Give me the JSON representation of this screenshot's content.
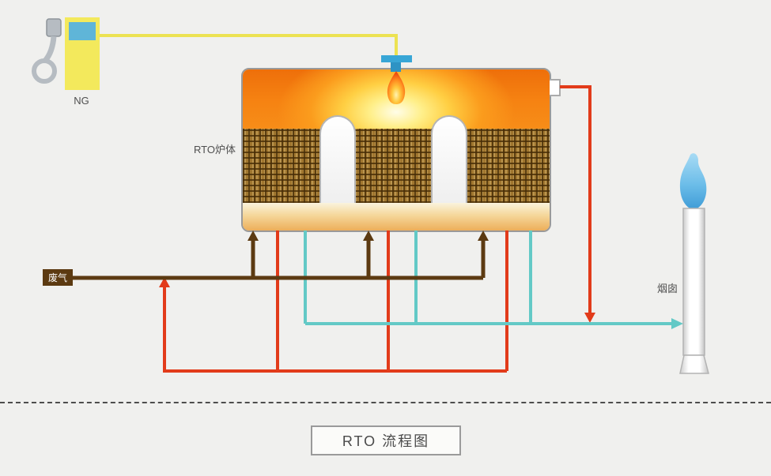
{
  "title": {
    "text": "RTO 流程图"
  },
  "labels": {
    "ng": "NG",
    "furnace": "RTO炉体",
    "waste_gas": "废气",
    "chimney": "烟囱"
  },
  "icons": {
    "ng_nozzle": "fuel-nozzle",
    "burner_flame": "orange-flame",
    "chimney_flame": "blue-flame"
  },
  "colors": {
    "background": "#f0f0ee",
    "ng_supply_line": "#ece252",
    "burner_blue": "#38a6d6",
    "waste_gas_line": "#5c3a11",
    "hot_gas_line": "#e23b1a",
    "clean_gas_line": "#63c9c6",
    "furnace_border": "#9a9a9a",
    "media_bed_brown": "#a0762f",
    "pump_yellow": "#f3e95c",
    "flame_orange": "#ff8a1e",
    "flame_blue": "#6cbde9"
  }
}
